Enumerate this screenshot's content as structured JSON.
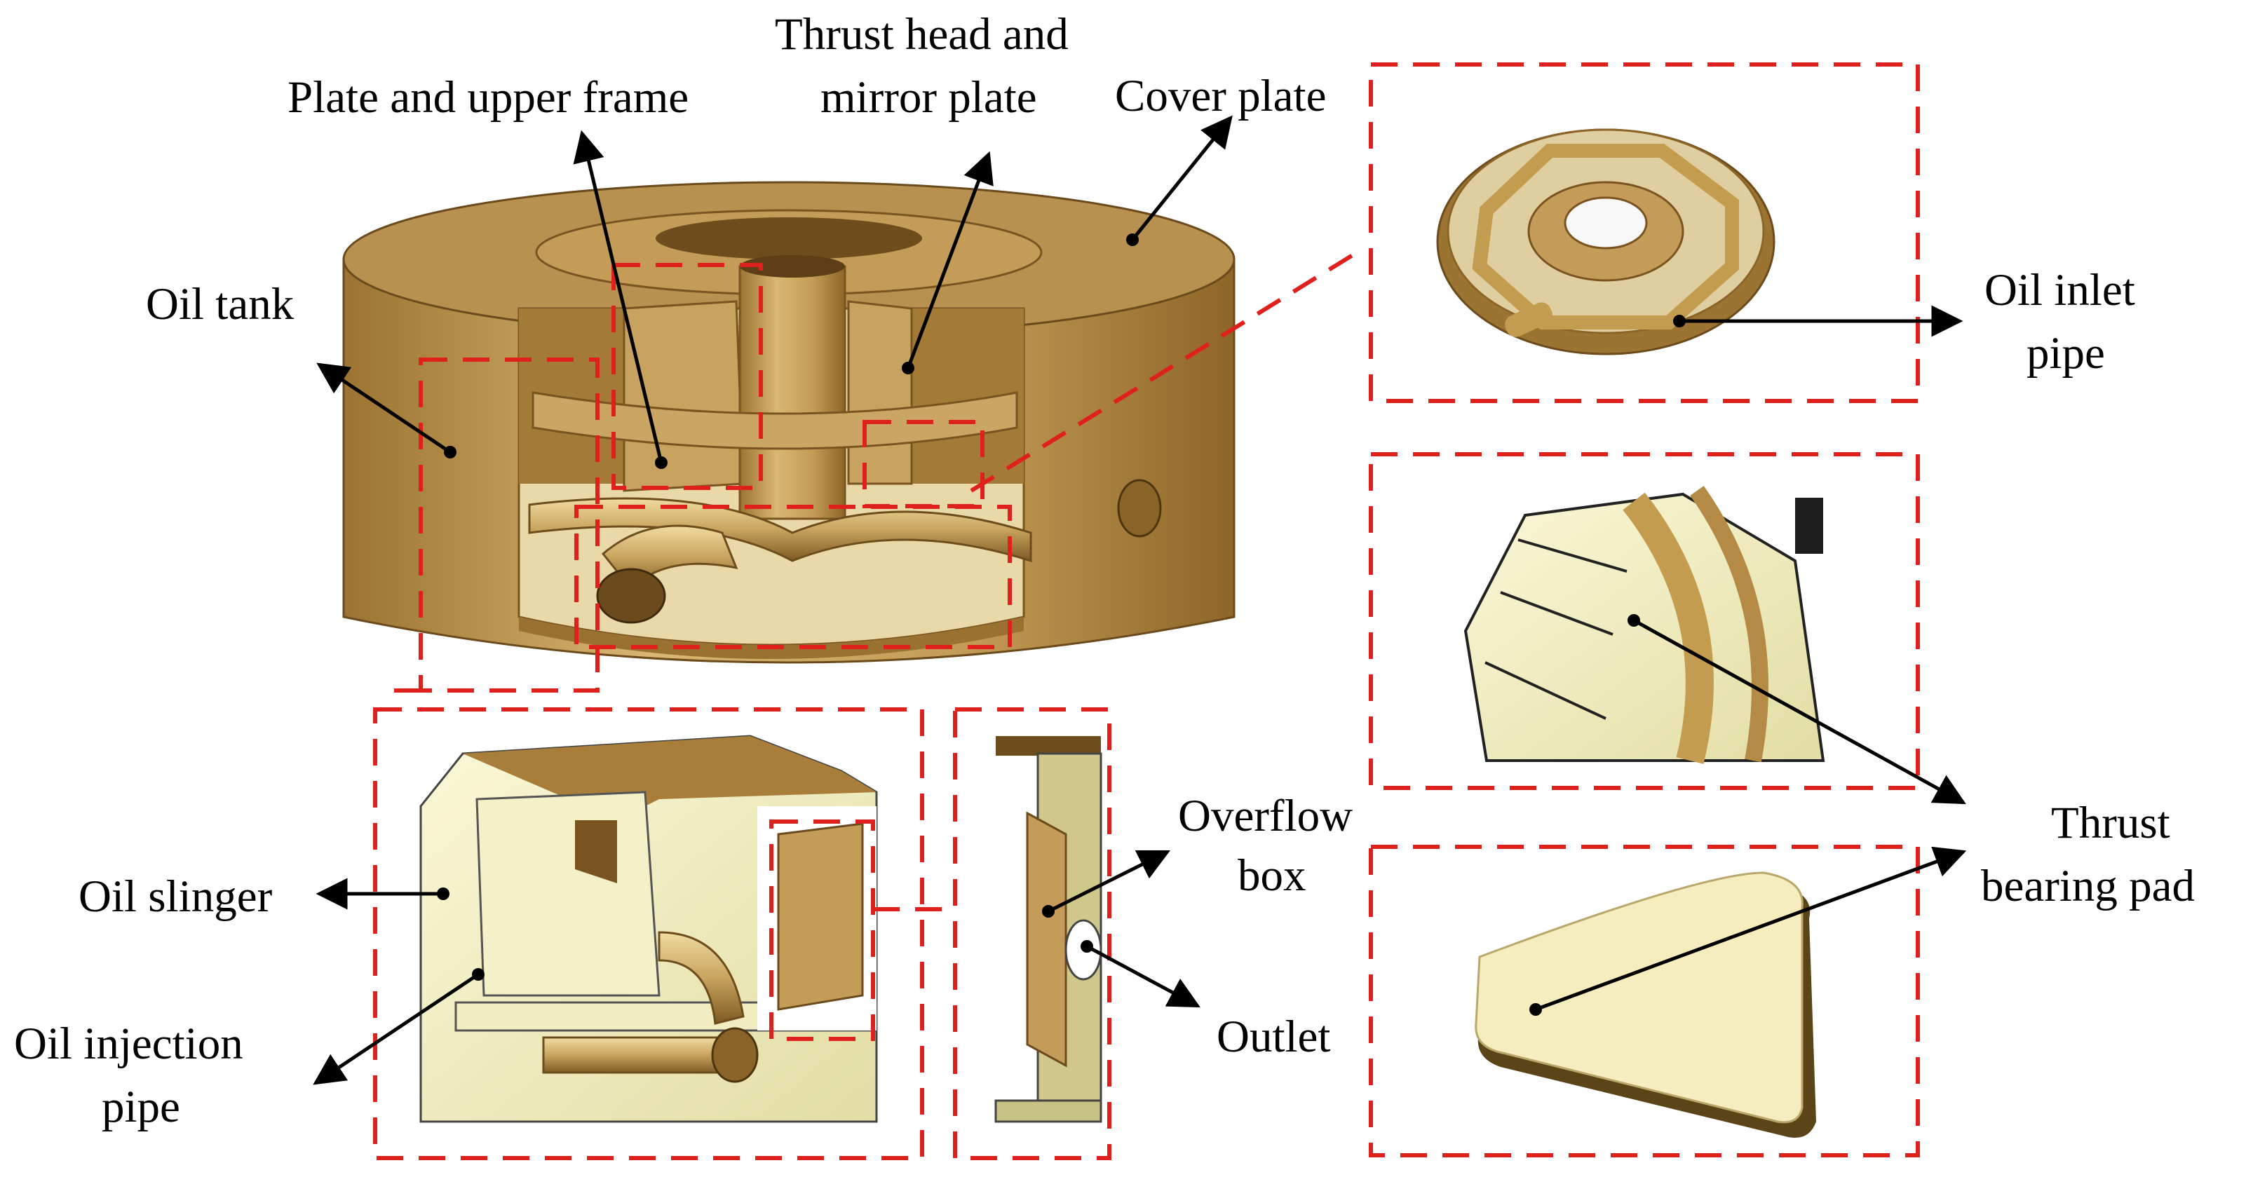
{
  "labels": {
    "plate_upper_frame": "Plate and upper frame",
    "thrust_head_1": "Thrust head and",
    "thrust_head_2": "mirror plate",
    "cover_plate": "Cover plate",
    "oil_tank": "Oil tank",
    "oil_inlet_1": "Oil inlet",
    "oil_inlet_2": "pipe",
    "overflow_1": "Overflow",
    "overflow_2": "box",
    "outlet": "Outlet",
    "oil_slinger": "Oil slinger",
    "oil_injection_1": "Oil injection",
    "oil_injection_2": "pipe",
    "thrust_pad_1": "Thrust",
    "thrust_pad_2": "bearing pad"
  },
  "colors": {
    "callout_box": "#e0201c",
    "bronze_light": "#d9b772",
    "bronze_mid": "#b48a45",
    "bronze_dark": "#7a5420",
    "pale_face": "#f2efc0",
    "pale_side": "#cfc98a",
    "pad_face": "#f5edbe",
    "pad_edge": "#5a4418",
    "arrow": "#000000"
  }
}
